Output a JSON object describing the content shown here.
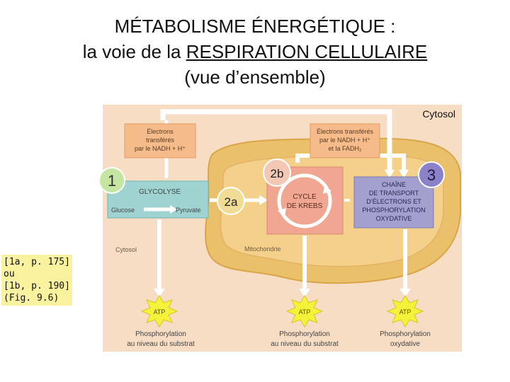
{
  "title": {
    "line1": "MÉTABOLISME ÉNERGÉTIQUE :",
    "line2_prefix": "la voie de la ",
    "line2_emphasis": "RESPIRATION CELLULAIRE",
    "line3": "(vue d’ensemble)"
  },
  "reference": [
    "[1a, p. 175]",
    "ou",
    "[1b, p. 190]",
    "(Fig. 9.6)"
  ],
  "diagram": {
    "cytosol_top": "Cytosol",
    "cytosol_inner": "Cytosol",
    "mitochondrie": "Mitochondrie",
    "badges": {
      "b1": "1",
      "b2a": "2a",
      "b2b": "2b",
      "b3": "3"
    },
    "electrons_left": [
      "Électrons",
      "transférés",
      "par le NADH + H⁺"
    ],
    "electrons_right": [
      "Électrons transférés",
      "par le NADH + H⁺",
      "et la FADH₂"
    ],
    "glycolyse": {
      "title": "GLYCOLYSE",
      "from": "Glucose",
      "to": "Pyruvate"
    },
    "krebs": [
      "CYCLE",
      "DE KREBS"
    ],
    "chaine": [
      "CHAÎNE",
      "DE TRANSPORT",
      "D’ÉLECTRONS ET",
      "PHOSPHORYLATION",
      "OXYDATIVE"
    ],
    "atp": "ATP",
    "phospho_left": [
      "Phosphorylation",
      "au niveau du substrat"
    ],
    "phospho_mid": [
      "Phosphorylation",
      "au niveau du substrat"
    ],
    "phospho_right": [
      "Phosphorylation",
      "oxydative"
    ]
  },
  "colors": {
    "panel_bg": "#f7ddc4",
    "mitochondria": "#ebc06a",
    "electron_box": "#f6bb8a",
    "glycolyse_box": "#9fd3d2",
    "krebs_box": "#f0a690",
    "chaine_box": "#a3a0cf",
    "badge_fill": "#c4e6a0",
    "badge_3_fill": "#8b81c9",
    "atp_star": "#f5f23a",
    "arrow": "#ffffff"
  }
}
